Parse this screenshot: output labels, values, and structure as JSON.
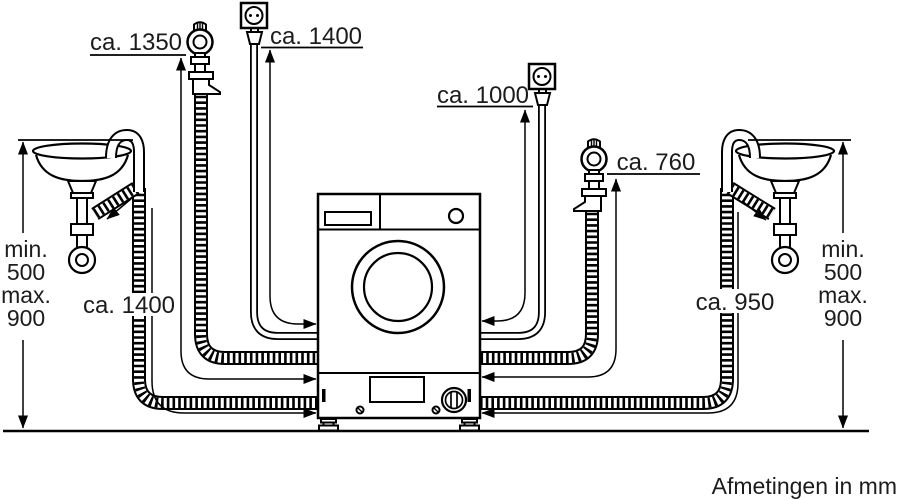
{
  "diagram": {
    "type": "appliance-installation-diagram",
    "unit_note": "Afmetingen in mm",
    "dimensions": {
      "tap_left": "ca. 1350",
      "socket_top": "ca. 1400",
      "socket_right": "ca. 1000",
      "tap_right": "ca. 760",
      "drain_left": "ca. 1400",
      "drain_right": "ca. 950",
      "sink_height_lines": [
        "min.",
        "500",
        "max.",
        "900"
      ]
    },
    "colors": {
      "line": "#000000",
      "text": "#1c1c1c",
      "background": "#ffffff"
    },
    "icons": {
      "socket": "power-socket-icon",
      "plug": "power-plug-icon",
      "tap": "water-tap-icon",
      "sink": "sink-icon",
      "washer": "washing-machine-icon",
      "arrow": "dimension-arrow-icon"
    }
  }
}
